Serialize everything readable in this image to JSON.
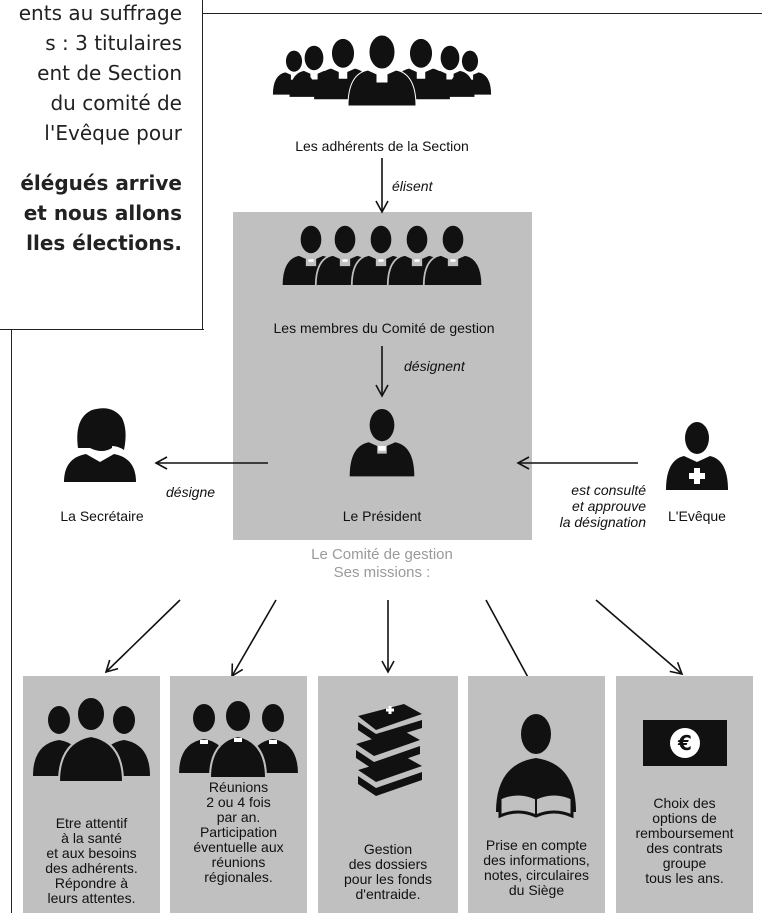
{
  "intro": {
    "lines": [
      "ents au suffrage",
      "s : 3 titulaires",
      "ent de Section",
      "du comité de",
      "l'Evêque pour",
      "élégués arrive",
      "et nous allons",
      "lles élections."
    ]
  },
  "top": {
    "members_label": "Les adhérents de la Section",
    "elect_verb": "élisent"
  },
  "committee": {
    "members_label": "Les membres du Comité de gestion",
    "designate_verb": "désignent",
    "president_label": "Le Président",
    "caption_line1": "Le Comité de gestion",
    "caption_line2": "Ses missions :"
  },
  "left": {
    "secretary_label": "La Secrétaire",
    "verb": "désigne"
  },
  "right": {
    "bishop_label": "L'Evêque",
    "verb_line1": "est consulté",
    "verb_line2": "et approuve",
    "verb_line3": "la désignation"
  },
  "missions": [
    {
      "text": [
        "Etre attentif",
        "à la santé",
        "et aux besoins",
        "des adhérents.",
        "Répondre à",
        "leurs attentes."
      ],
      "icon": "group-of-three-icon"
    },
    {
      "text": [
        "Réunions",
        "2 ou 4 fois",
        "par an.",
        "Participation",
        "éventuelle aux",
        "réunions",
        "régionales."
      ],
      "icon": "clergy-group-icon"
    },
    {
      "text": [
        "Gestion",
        "des dossiers",
        "pour les fonds",
        "d'entraide."
      ],
      "icon": "stacked-books-icon"
    },
    {
      "text": [
        "Prise en compte",
        "des informations,",
        "notes, circulaires",
        "du Siège"
      ],
      "icon": "reader-icon"
    },
    {
      "text": [
        "Choix des",
        "options de",
        "remboursement",
        "des contrats",
        "groupe",
        "tous les ans."
      ],
      "icon": "euro-banknote-icon",
      "currency": "€"
    }
  ],
  "colors": {
    "panel": "#c0c0c0",
    "ink": "#111111",
    "caption": "#9a9a9a"
  }
}
